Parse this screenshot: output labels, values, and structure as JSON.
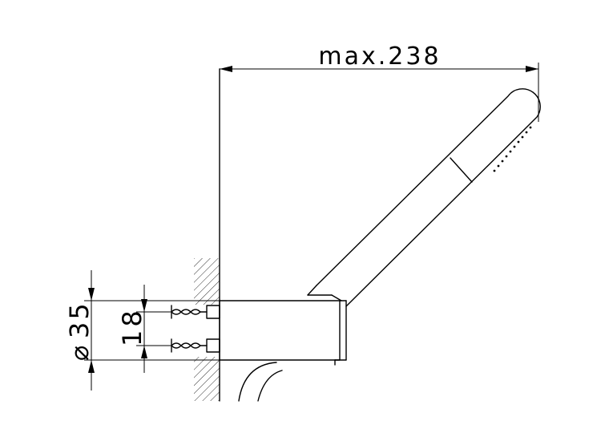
{
  "dimensions": {
    "width_label": "max.238",
    "diameter_symbol": "⌀",
    "diameter_value": "35",
    "spacing_value": "18"
  }
}
